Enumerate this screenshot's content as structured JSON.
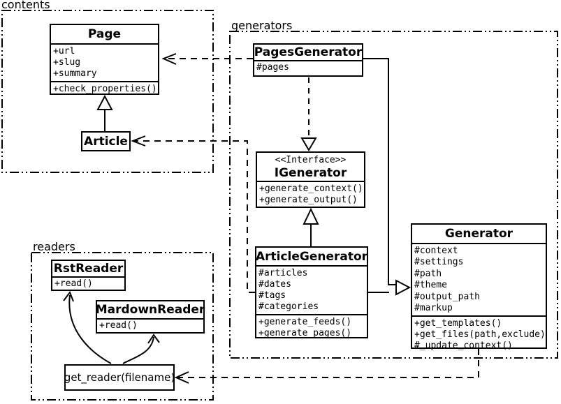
{
  "packages": [
    {
      "label": "contents"
    },
    {
      "label": "generators"
    },
    {
      "label": "readers"
    }
  ],
  "classes": {
    "page": {
      "name": "Page",
      "attributes": [
        "+url",
        "+slug",
        "+summary"
      ],
      "methods": [
        "+check_properties()"
      ]
    },
    "article": {
      "name": "Article"
    },
    "pagesGenerator": {
      "name": "PagesGenerator",
      "attributes": [
        "#pages"
      ]
    },
    "iGenerator": {
      "stereotype": "<<Interface>>",
      "name": "IGenerator",
      "methods": [
        "+generate_context()",
        "+generate_output()"
      ]
    },
    "articleGenerator": {
      "name": "ArticleGenerator",
      "attributes": [
        "#articles",
        "#dates",
        "#tags",
        "#categories"
      ],
      "methods": [
        "+generate_feeds()",
        "+generate_pages()"
      ]
    },
    "generator": {
      "name": "Generator",
      "attributes": [
        "#context",
        "#settings",
        "#path",
        "#theme",
        "#output_path",
        "#markup"
      ],
      "methods": [
        "+get_templates()",
        "+get_files(path,exclude)",
        "#_update_context()"
      ]
    },
    "rstReader": {
      "name": "RstReader",
      "methods": [
        "+read()"
      ]
    },
    "mardownReader": {
      "name": "MardownReader",
      "methods": [
        "+read()"
      ]
    },
    "getReader": {
      "name": "get_reader(filename)"
    }
  },
  "relationships": [
    {
      "from": "Article",
      "to": "Page",
      "type": "inheritance"
    },
    {
      "from": "PagesGenerator",
      "to": "IGenerator",
      "type": "realization"
    },
    {
      "from": "ArticleGenerator",
      "to": "IGenerator",
      "type": "inheritance"
    },
    {
      "from": "PagesGenerator",
      "to": "Generator",
      "type": "inheritance"
    },
    {
      "from": "ArticleGenerator",
      "to": "Generator",
      "type": "inheritance"
    },
    {
      "from": "PagesGenerator",
      "to": "Page",
      "type": "dependency"
    },
    {
      "from": "ArticleGenerator",
      "to": "Article",
      "type": "dependency"
    },
    {
      "from": "Generator",
      "to": "get_reader(filename)",
      "type": "dependency"
    },
    {
      "from": "get_reader(filename)",
      "to": "RstReader",
      "type": "association"
    },
    {
      "from": "get_reader(filename)",
      "to": "MardownReader",
      "type": "association"
    }
  ],
  "colors": {
    "stroke": "#000000",
    "background": "#ffffff",
    "box_fill": "#ffffff"
  }
}
